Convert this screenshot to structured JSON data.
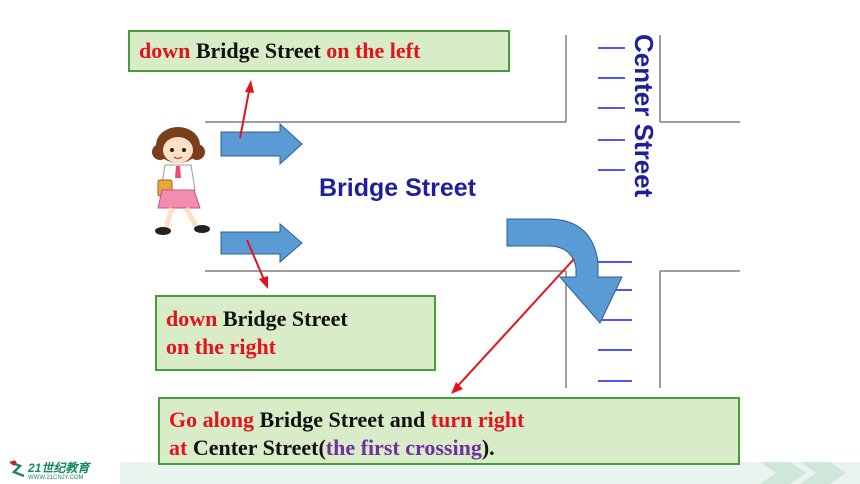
{
  "callouts": {
    "left": {
      "part1": "down",
      "part2": " Bridge Street ",
      "part3": "on the left"
    },
    "right": {
      "part1": "down",
      "part2": " Bridge Street",
      "part3": "on the right"
    },
    "route": {
      "part1": "Go along",
      "part2": " Bridge Street and ",
      "part3": "turn right",
      "part4": "at",
      "part5": " Center Street(",
      "part6": "the first crossing",
      "part7": ")."
    }
  },
  "streets": {
    "horizontal": "Bridge Street",
    "vertical": "Center Street"
  },
  "footer": {
    "brand": "21世纪教育",
    "url": "WWW.21CNJY.COM"
  },
  "colors": {
    "highlight": "#e3121d",
    "accent": "#7030a0",
    "street_label": "#1f1f9e",
    "arrow_fill": "#5b9bd5",
    "box_fill": "#d7ecc7",
    "box_border": "#4c9a3e"
  },
  "icons": [
    "girl-walking-icon",
    "right-arrow-icon",
    "turn-right-arrow-icon",
    "brand-logo-icon"
  ]
}
